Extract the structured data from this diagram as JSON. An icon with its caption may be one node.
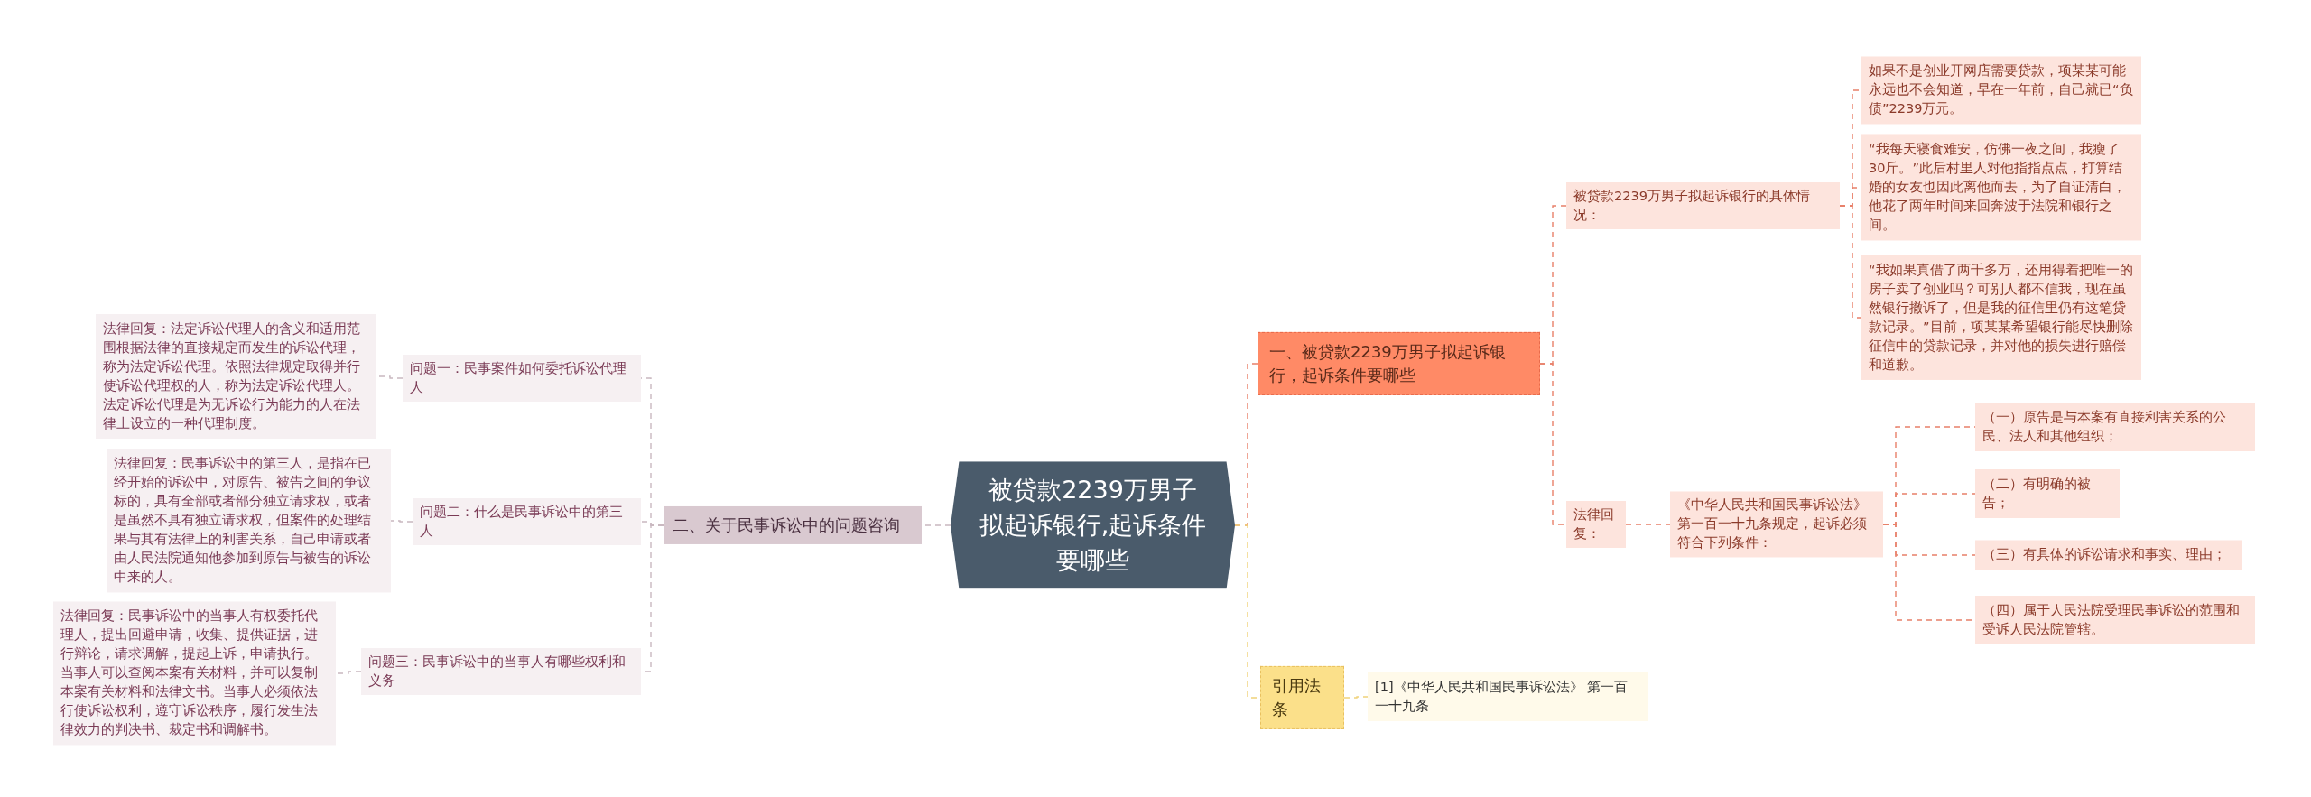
{
  "diagram": {
    "nodes": [
      {
        "text": [
          "被贷款2239万男子拟起诉银行,起诉条件要哪些"
        ]
      },
      {
        "text": [
          "一、被贷款2239万男子拟起诉银行，起诉条件要哪些"
        ]
      },
      {
        "text": [
          "被贷款2239万男子拟起诉银行的具体情况："
        ]
      },
      {
        "text": [
          "如果不是创业开网店需要贷款，项某某可能永远也不会知道，早在一年前，自己就已“负债”2239万元。"
        ]
      },
      {
        "text": [
          "“我每天寝食难安，仿佛一夜之间，我瘦了30斤。”此后村里人对他指指点点，打算结婚的女友也因此离他而去，为了自证清白，他花了两年时间来回奔波于法院和银行之间。"
        ]
      },
      {
        "text": [
          "“我如果真借了两千多万，还用得着把唯一的房子卖了创业吗？可别人都不信我，现在虽然银行撤诉了，但是我的征信里仍有这笔贷款记录。”目前，项某某希望银行能尽快删除征信中的贷款记录，并对他的损失进行赔偿和道歉。"
        ]
      },
      {
        "text": [
          "法律回复："
        ]
      },
      {
        "text": [
          "《中华人民共和国民事诉讼法》第一百一十九条规定，起诉必须符合下列条件："
        ]
      },
      {
        "text": [
          "（一）原告是与本案有直接利害关系的公民、法人和其他组织；"
        ]
      },
      {
        "text": [
          "（二）有明确的被告；"
        ]
      },
      {
        "text": [
          "（三）有具体的诉讼请求和事实、理由；"
        ]
      },
      {
        "text": [
          "（四）属于人民法院受理民事诉讼的范围和受诉人民法院管辖。"
        ]
      },
      {
        "text": [
          "引用法条"
        ]
      },
      {
        "text": [
          "[1]《中华人民共和国民事诉讼法》 第一百一十九条"
        ]
      },
      {
        "text": [
          "二、关于民事诉讼中的问题咨询"
        ]
      },
      {
        "text": [
          "问题一：民事案件如何委托诉讼代理人"
        ]
      },
      {
        "text": [
          "法律回复：法定诉讼代理人的含义和适用范围根据法律的直接规定而发生的诉讼代理，称为法定诉讼代理。依照法律规定取得并行使诉讼代理权的人，称为法定诉讼代理人。法定诉讼代理是为无诉讼行为能力的人在法律上设立的一种代理制度。"
        ]
      },
      {
        "text": [
          "问题二：什么是民事诉讼中的第三人"
        ]
      },
      {
        "text": [
          "法律回复：民事诉讼中的第三人，是指在已经开始的诉讼中，对原告、被告之间的争议标的，具有全部或者部分独立请求权，或者是虽然不具有独立请求权，但案件的处理结果与其有法律上的利害关系，自己申请或者由人民法院通知他参加到原告与被告的诉讼中来的人。"
        ]
      },
      {
        "text": [
          "问题三：民事诉讼中的当事人有哪些权利和义务"
        ]
      },
      {
        "text": [
          "法律回复：民事诉讼中的当事人有权委托代理人，提出回避申请，收集、提供证据，进行辩论，请求调解，提起上诉，申请执行。当事人可以查阅本案有关材料，并可以复制本案有关材料和法律文书。当事人必须依法行使诉讼权利，遵守诉讼秩序，履行发生法律效力的判决书、裁定书和调解书。"
        ]
      }
    ],
    "edges": [
      {
        "from": 0,
        "to": 1,
        "arrow": "none",
        "style": "dashed",
        "color": "#e8806a"
      },
      {
        "from": 1,
        "to": 2,
        "arrow": "none",
        "style": "dashed",
        "color": "#e8806a"
      },
      {
        "from": 2,
        "to": 3,
        "arrow": "none",
        "style": "dashed",
        "color": "#e8806a"
      },
      {
        "from": 2,
        "to": 4,
        "arrow": "none",
        "style": "dashed",
        "color": "#e8806a"
      },
      {
        "from": 2,
        "to": 5,
        "arrow": "none",
        "style": "dashed",
        "color": "#e8806a"
      },
      {
        "from": 1,
        "to": 6,
        "arrow": "none",
        "style": "dashed",
        "color": "#e8806a"
      },
      {
        "from": 6,
        "to": 7,
        "arrow": "none",
        "style": "dashed",
        "color": "#e8806a"
      },
      {
        "from": 7,
        "to": 8,
        "arrow": "none",
        "style": "dashed",
        "color": "#e8806a"
      },
      {
        "from": 7,
        "to": 9,
        "arrow": "none",
        "style": "dashed",
        "color": "#e8806a"
      },
      {
        "from": 7,
        "to": 10,
        "arrow": "none",
        "style": "dashed",
        "color": "#e8806a"
      },
      {
        "from": 7,
        "to": 11,
        "arrow": "none",
        "style": "dashed",
        "color": "#e8806a"
      },
      {
        "from": 0,
        "to": 12,
        "arrow": "none",
        "style": "dashed",
        "color": "#f0d27a"
      },
      {
        "from": 12,
        "to": 13,
        "arrow": "none",
        "style": "dashed",
        "color": "#f0d27a"
      },
      {
        "from": 0,
        "to": 14,
        "arrow": "none",
        "style": "dashed",
        "color": "#c9b8c0"
      },
      {
        "from": 14,
        "to": 15,
        "arrow": "none",
        "style": "dashed",
        "color": "#c9b8c0"
      },
      {
        "from": 14,
        "to": 17,
        "arrow": "none",
        "style": "dashed",
        "color": "#c9b8c0"
      },
      {
        "from": 14,
        "to": 19,
        "arrow": "none",
        "style": "dashed",
        "color": "#c9b8c0"
      },
      {
        "from": 15,
        "to": 16,
        "arrow": "none",
        "style": "dashed",
        "color": "#c9b8c0"
      },
      {
        "from": 17,
        "to": 18,
        "arrow": "none",
        "style": "dashed",
        "color": "#c9b8c0"
      },
      {
        "from": 19,
        "to": 20,
        "arrow": "none",
        "style": "dashed",
        "color": "#c9b8c0"
      }
    ]
  }
}
